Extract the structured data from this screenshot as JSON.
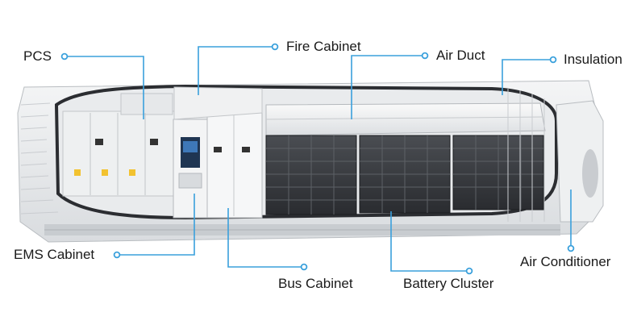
{
  "accent_color": "#3aa0dc",
  "labels": {
    "pcs": "PCS",
    "fire_cabinet": "Fire Cabinet",
    "air_duct": "Air Duct",
    "insulation": "Insulation",
    "ems_cabinet": "EMS Cabinet",
    "bus_cabinet": "Bus Cabinet",
    "battery_cluster": "Battery Cluster",
    "air_conditioner": "Air Conditioner"
  }
}
